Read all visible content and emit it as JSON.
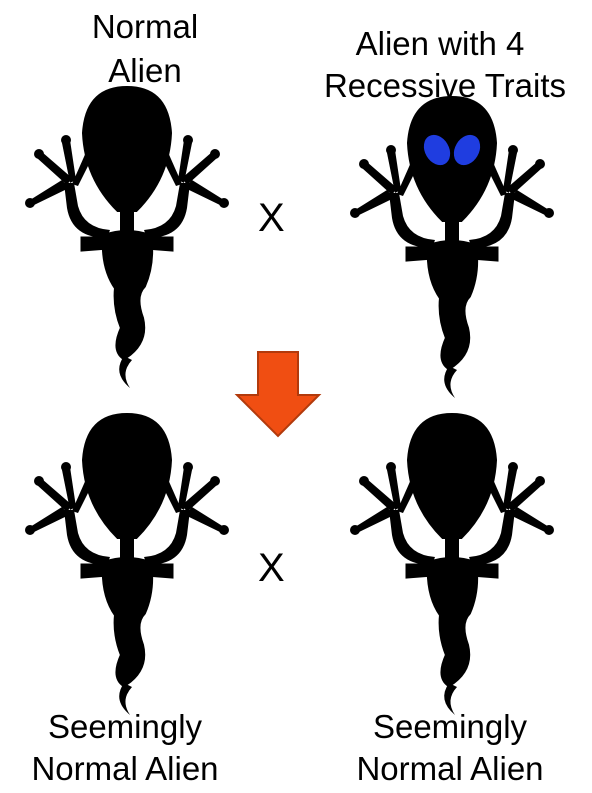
{
  "labels": {
    "normal_line1": "Normal",
    "normal_line2": "Alien",
    "recessive_line1": "Alien with 4",
    "recessive_line2": "Recessive Traits",
    "offspring_left_line1": "Seemingly",
    "offspring_left_line2": "Normal Alien",
    "offspring_right_line1": "Seemingly",
    "offspring_right_line2": "Normal Alien"
  },
  "cross_symbol_top": "X",
  "cross_symbol_bottom": "X",
  "colors": {
    "normal_skin": "#b8d88a",
    "normal_shade": "#8fb85f",
    "recessive_skin": "#d99a1c",
    "recessive_shade": "#b27410",
    "recessive_eyes": "#1f3de0",
    "arrow_fill": "#f04e12",
    "arrow_stroke": "#b23a0c"
  }
}
